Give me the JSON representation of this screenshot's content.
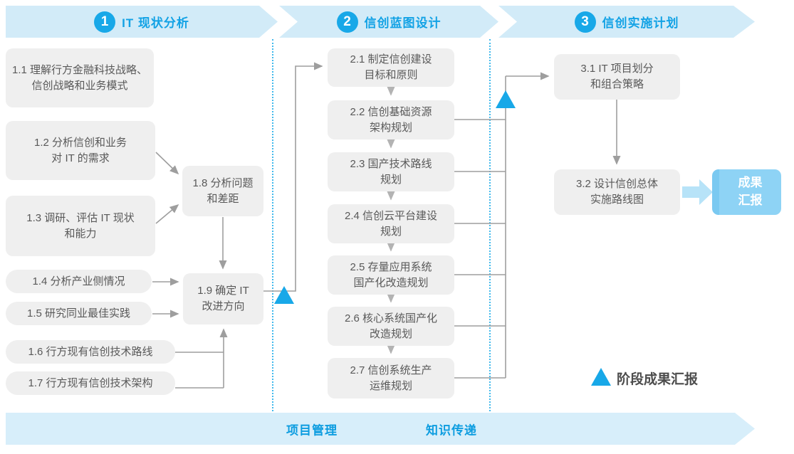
{
  "colors": {
    "accent_blue": "#18a8e8",
    "band_light_blue": "#d2ebf8",
    "box_gray": "#efefef",
    "connector_gray": "#9e9e9e",
    "outcome_blue": "#8ed3f5",
    "footer_text_blue": "#0d9de0"
  },
  "phases": [
    {
      "number": "1",
      "title": "IT 现状分析"
    },
    {
      "number": "2",
      "title": "信创蓝图设计"
    },
    {
      "number": "3",
      "title": "信创实施计划"
    }
  ],
  "boxes": {
    "b11": "1.1 理解行方金融科技战略、\n信创战略和业务模式",
    "b12": "1.2 分析信创和业务\n对 IT 的需求",
    "b13": "1.3 调研、评估 IT 现状\n和能力",
    "b14": "1.4 分析产业侧情况",
    "b15": "1.5 研究同业最佳实践",
    "b16": "1.6 行方现有信创技术路线",
    "b17": "1.7 行方现有信创技术架构",
    "b18": "1.8 分析问题\n和差距",
    "b19": "1.9 确定 IT\n改进方向",
    "b21": "2.1 制定信创建设\n目标和原则",
    "b22": "2.2 信创基础资源\n架构规划",
    "b23": "2.3 国产技术路线\n规划",
    "b24": "2.4 信创云平台建设\n规划",
    "b25": "2.5 存量应用系统\n国产化改造规划",
    "b26": "2.6 核心系统国产化\n改造规划",
    "b27": "2.7 信创系统生产\n运维规划",
    "b31": "3.1 IT 项目划分\n和组合策略",
    "b32": "3.2 设计信创总体\n实施路线图"
  },
  "outcome": {
    "label": "成果\n汇报"
  },
  "legend": {
    "label": "阶段成果汇报"
  },
  "footer": {
    "project_management": "项目管理",
    "knowledge_transfer": "知识传递"
  }
}
